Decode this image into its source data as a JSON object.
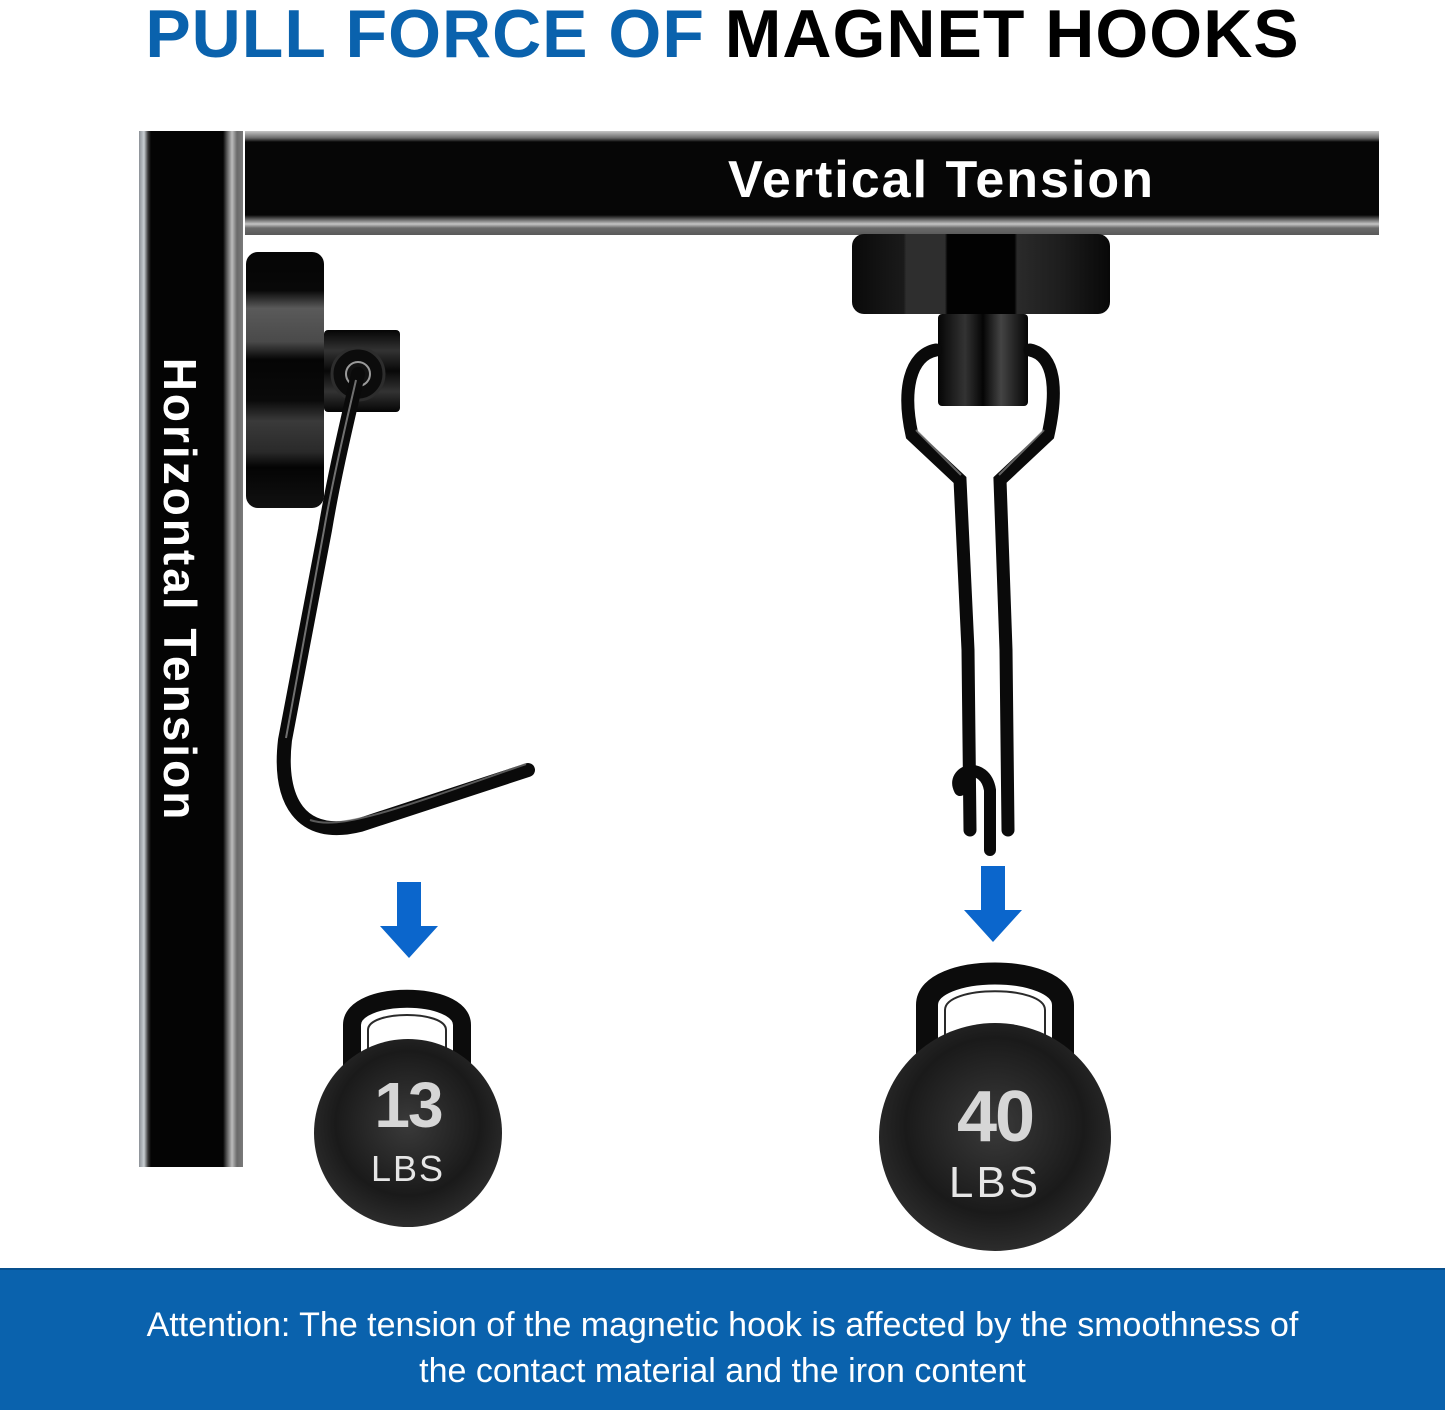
{
  "title": {
    "part_blue": "PULL FORCE OF",
    "part_black": "MAGNET HOOKS",
    "color_blue": "#0a62ad"
  },
  "labels": {
    "horizontal": "Horizontal Tension",
    "vertical": "Vertical Tension"
  },
  "weights": [
    {
      "value": "13",
      "unit": "LBS",
      "orientation": "horizontal"
    },
    {
      "value": "40",
      "unit": "LBS",
      "orientation": "vertical"
    }
  ],
  "attention": {
    "line1": "Attention: The tension of the magnetic hook is affected by the smoothness of",
    "line2": "the contact material and the iron content"
  },
  "colors": {
    "accent_blue": "#0a62ad",
    "arrow_blue": "#0b66cc",
    "product_black": "#060606"
  }
}
